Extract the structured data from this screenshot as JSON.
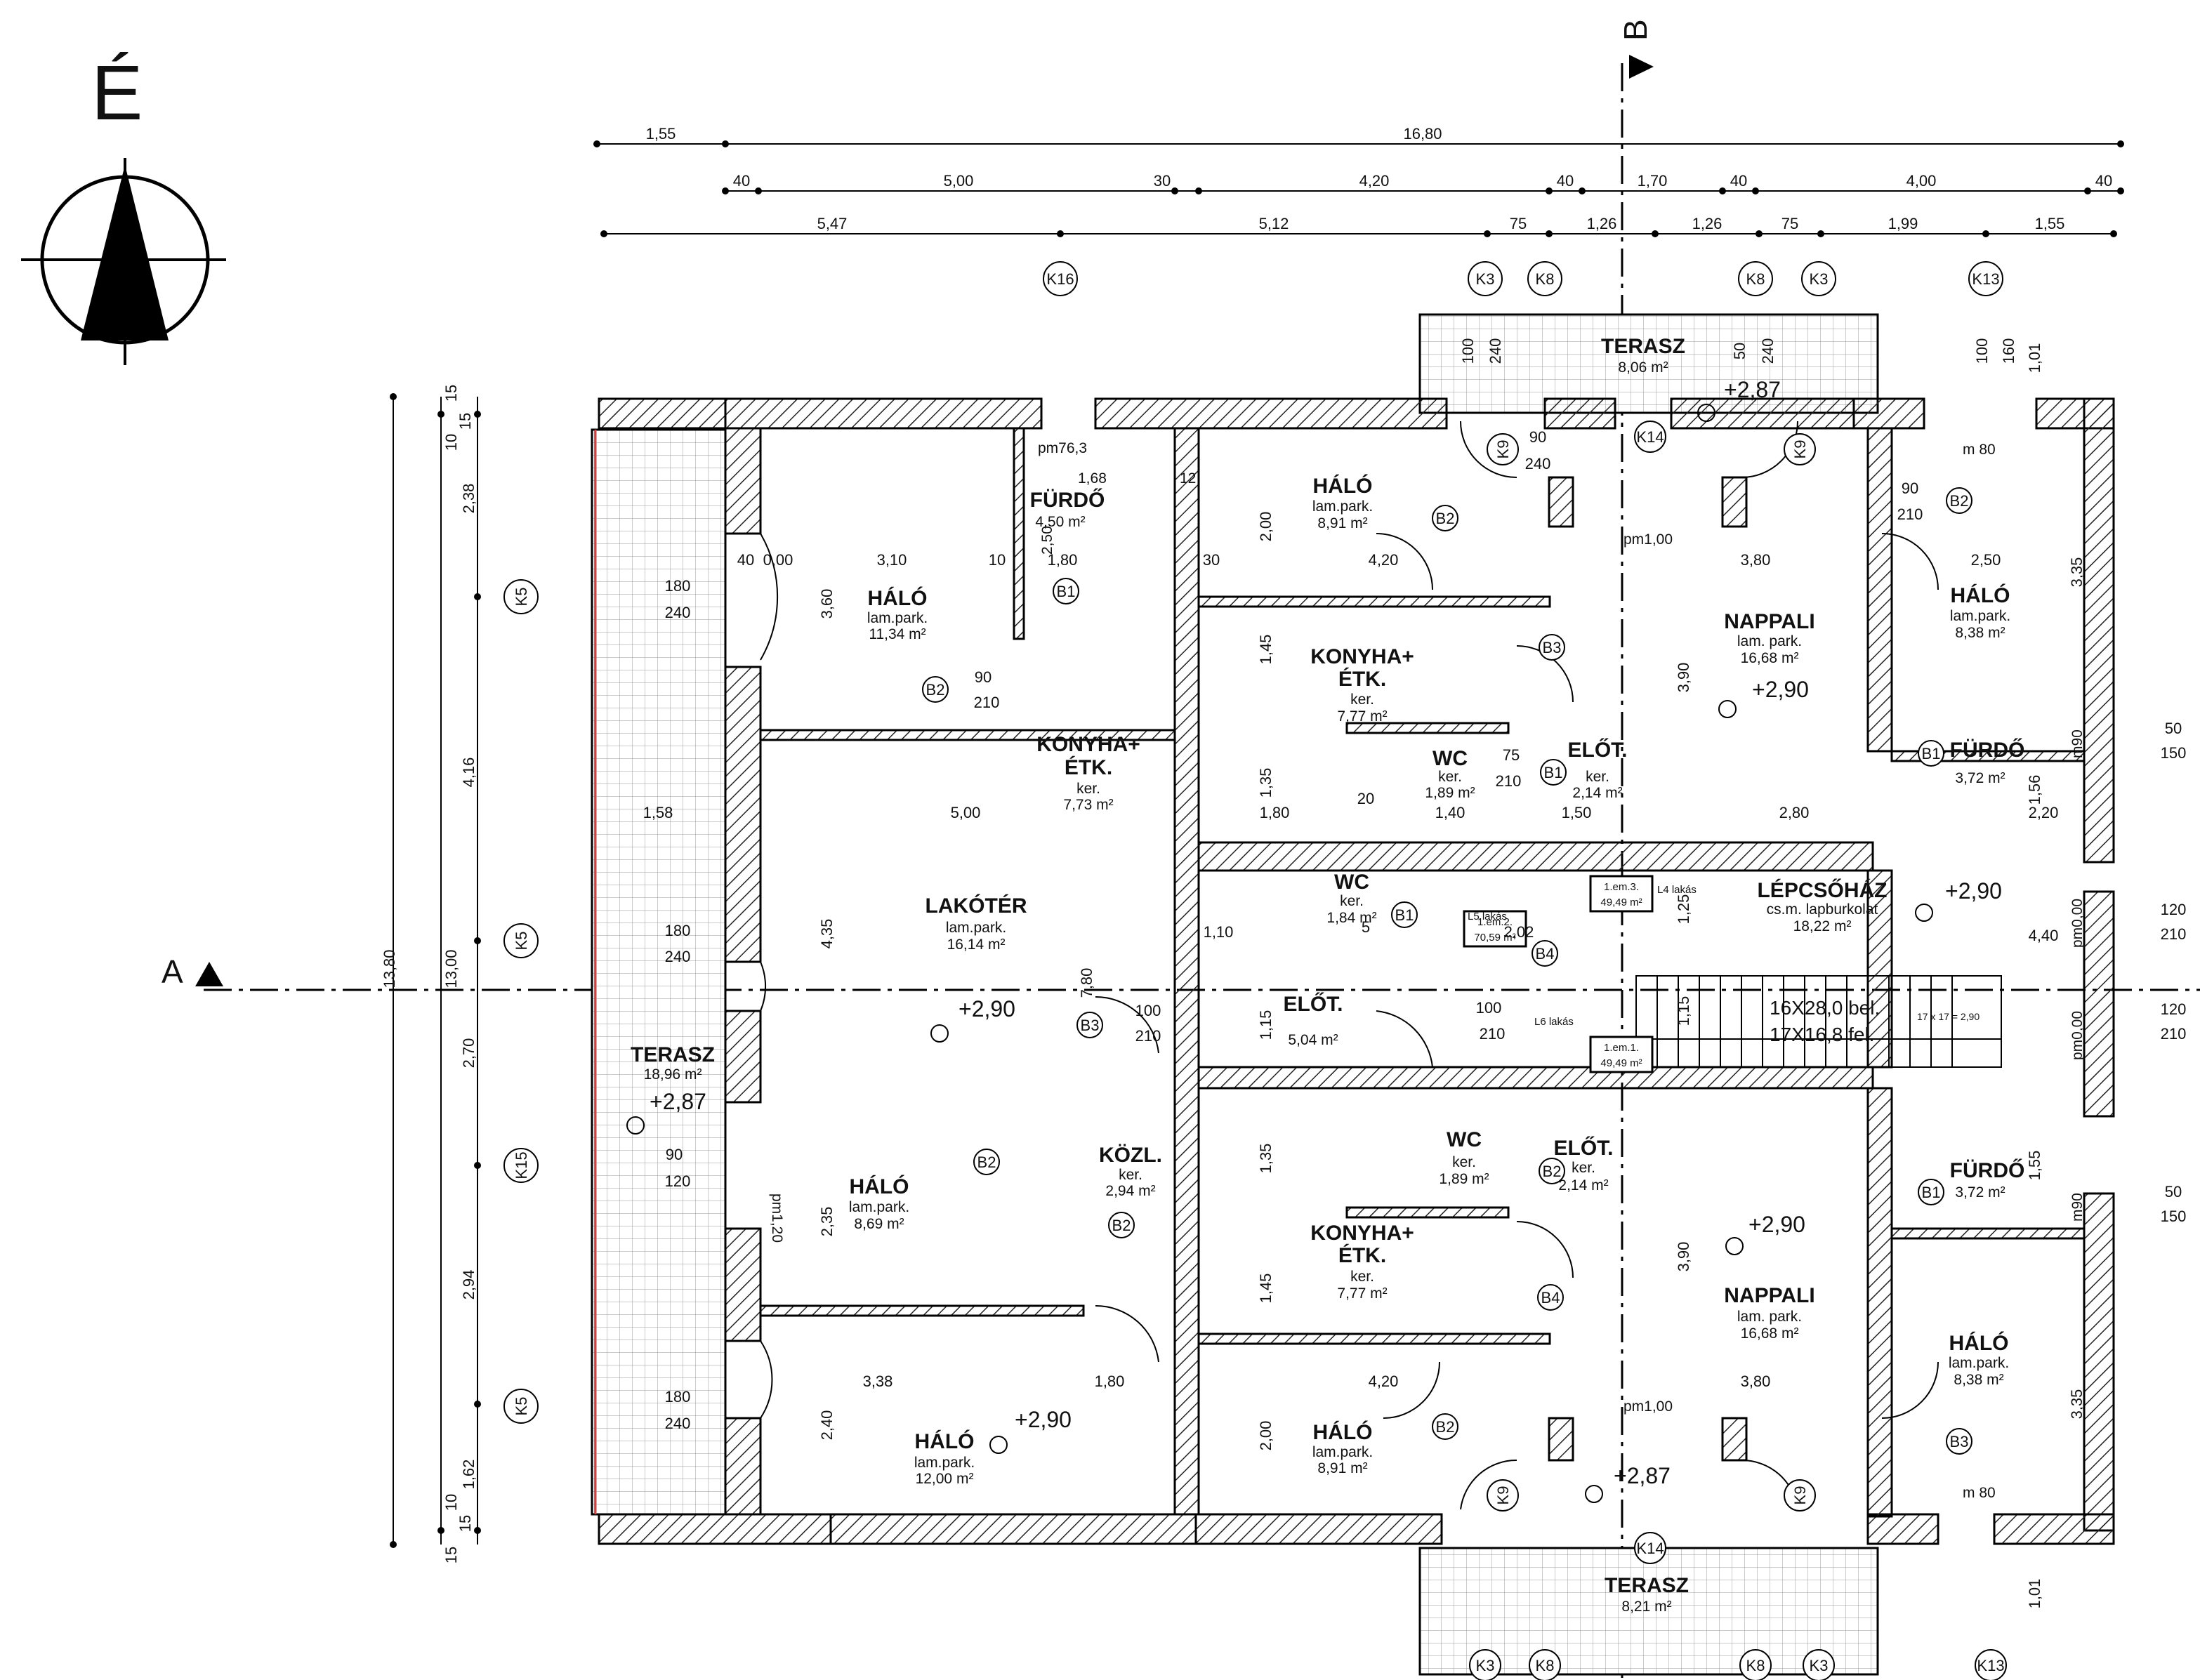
{
  "north_label": "É",
  "section_labels": {
    "a": "A",
    "b": "B"
  },
  "top_dims": {
    "row1": [
      "1,55",
      "16,80"
    ],
    "row2": [
      "40",
      "5,00",
      "30",
      "4,20",
      "40",
      "1,70",
      "40",
      "4,00",
      "40"
    ],
    "row3": [
      "5,47",
      "5,12",
      "75",
      "1,26",
      "1,26",
      "75",
      "1,99",
      "1,55"
    ]
  },
  "left_dims": {
    "overall": [
      "13,80",
      "13,00"
    ],
    "segments": [
      "2,38",
      "4,16",
      "2,70",
      "2,94",
      "1,62"
    ],
    "small": [
      "15",
      "15",
      "10",
      "10",
      "15",
      "15"
    ]
  },
  "axis_tags": {
    "top": [
      "K16",
      "K3",
      "K8",
      "K8",
      "K3",
      "K13"
    ],
    "bottom": [
      "K3",
      "K8",
      "K8",
      "K3",
      "K13"
    ],
    "left": [
      "K5",
      "K5",
      "K15",
      "K5"
    ],
    "doors": [
      "K9",
      "K9",
      "K9",
      "K9",
      "K14",
      "K14"
    ]
  },
  "rooms": [
    {
      "id": "haloNW",
      "name": "HÁLÓ",
      "finish": "lam.park.",
      "area": "11,34 m²"
    },
    {
      "id": "furdoW",
      "name": "FÜRDŐ",
      "finish": "",
      "area": "4,50 m²"
    },
    {
      "id": "konyhaW",
      "name": "KONYHA+",
      "name2": "ÉTK.",
      "finish": "ker.",
      "area": "7,73 m²"
    },
    {
      "id": "lakoter",
      "name": "LAKÓTÉR",
      "finish": "lam.park.",
      "area": "16,14 m²"
    },
    {
      "id": "haloW2",
      "name": "HÁLÓ",
      "finish": "lam.park.",
      "area": "8,69 m²"
    },
    {
      "id": "kozl",
      "name": "KÖZL.",
      "finish": "ker.",
      "area": "2,94 m²"
    },
    {
      "id": "haloSW",
      "name": "HÁLÓ",
      "finish": "lam.park.",
      "area": "12,00 m²"
    },
    {
      "id": "teraszW",
      "name": "TERASZ",
      "finish": "",
      "area": "18,96 m²"
    },
    {
      "id": "haloNC",
      "name": "HÁLÓ",
      "finish": "lam.park.",
      "area": "8,91 m²"
    },
    {
      "id": "konyhaNC",
      "name": "KONYHA+",
      "name2": "ÉTK.",
      "finish": "ker.",
      "area": "7,77 m²"
    },
    {
      "id": "wcN",
      "name": "WC",
      "finish": "ker.",
      "area": "1,89 m²"
    },
    {
      "id": "eloftN",
      "name": "ELŐT.",
      "finish": "ker.",
      "area": "2,14 m²"
    },
    {
      "id": "wcM",
      "name": "WC",
      "finish": "ker.",
      "area": "1,84 m²"
    },
    {
      "id": "eloftM",
      "name": "ELŐT.",
      "finish": "",
      "area": "5,04 m²"
    },
    {
      "id": "wcS",
      "name": "WC",
      "finish": "ker.",
      "area": "1,89 m²"
    },
    {
      "id": "eloftS",
      "name": "ELŐT.",
      "finish": "ker.",
      "area": "2,14 m²"
    },
    {
      "id": "konyhaSC",
      "name": "KONYHA+",
      "name2": "ÉTK.",
      "finish": "ker.",
      "area": "7,77 m²"
    },
    {
      "id": "haloSC",
      "name": "HÁLÓ",
      "finish": "lam.park.",
      "area": "8,91 m²"
    },
    {
      "id": "nappaliN",
      "name": "NAPPALI",
      "finish": "lam. park.",
      "area": "16,68 m²"
    },
    {
      "id": "haloNE",
      "name": "HÁLÓ",
      "finish": "lam.park.",
      "area": "8,38 m²"
    },
    {
      "id": "furdoNE",
      "name": "FÜRDŐ",
      "finish": "",
      "area": "3,72 m²"
    },
    {
      "id": "lepcsohaz",
      "name": "LÉPCSŐHÁZ",
      "finish": "cs.m. lapburkolat",
      "area": "18,22 m²"
    },
    {
      "id": "furdoSE",
      "name": "FÜRDŐ",
      "finish": "",
      "area": "3,72 m²"
    },
    {
      "id": "nappaliS",
      "name": "NAPPALI",
      "finish": "lam. park.",
      "area": "16,68 m²"
    },
    {
      "id": "haloSE",
      "name": "HÁLÓ",
      "finish": "lam.park.",
      "area": "8,38 m²"
    },
    {
      "id": "teraszN",
      "name": "TERASZ",
      "finish": "",
      "area": "8,06 m²"
    },
    {
      "id": "teraszS",
      "name": "TERASZ",
      "finish": "",
      "area": "8,21 m²"
    }
  ],
  "levels": [
    "+2,87",
    "+2,90",
    "+2,90",
    "+2,87",
    "+2,90",
    "+2,90",
    "+2,90",
    "+2,87"
  ],
  "apartments": [
    {
      "no": "1.em.3.",
      "area": "49,49 m²",
      "label": "L4 lakás"
    },
    {
      "no": "1.em.2.",
      "area": "70,59 m²",
      "label": "L5 lakás"
    },
    {
      "no": "1.em.1.",
      "area": "49,49 m²",
      "label": "L6 lakás"
    }
  ],
  "stair": {
    "line1": "16X28,0 bel.",
    "line2": "17X16,8 fel.",
    "small": "17 x 17 = 2,90"
  },
  "door_tags": [
    "B1",
    "B1",
    "B1",
    "B1",
    "B1",
    "B2",
    "B2",
    "B2",
    "B2",
    "B2",
    "B2",
    "B2",
    "B3",
    "B3",
    "B3",
    "B4",
    "B4"
  ],
  "misc_labels": [
    "pm76,3",
    "pm1,00",
    "pm1,00",
    "pm1,20",
    "m 80",
    "m 80",
    "m90",
    "m90",
    "pm0,00",
    "pm0,00",
    "1,68",
    "2,50",
    "12"
  ],
  "right_dims": [
    "50",
    "150",
    "120",
    "210",
    "120",
    "210",
    "50",
    "150"
  ],
  "interior_dims": [
    "3,10",
    "1,80",
    "4,20",
    "3,80",
    "2,50",
    "1,58",
    "5,00",
    "1,10",
    "1,80",
    "1,40",
    "1,50",
    "2,80",
    "2,20",
    "2,02",
    "4,40",
    "3,38",
    "1,80",
    "4,20",
    "3,80",
    "3,60",
    "4,35",
    "2,35",
    "2,40",
    "7,80",
    "2,00",
    "2,00",
    "3,90",
    "3,90",
    "3,35",
    "3,35",
    "1,45",
    "1,35",
    "1,35",
    "1,45",
    "1,25",
    "1,15",
    "1,15",
    "1,56",
    "1,55"
  ],
  "opening_dims": [
    "180",
    "240",
    "180",
    "240",
    "90",
    "120",
    "180",
    "240",
    "90",
    "210",
    "100",
    "210",
    "100",
    "210",
    "90",
    "210",
    "75",
    "210",
    "100",
    "240",
    "50",
    "240",
    "90",
    "240",
    "100",
    "160",
    "1,01",
    "1,01",
    "0,00",
    "40",
    "10",
    "30",
    "20",
    "5"
  ]
}
